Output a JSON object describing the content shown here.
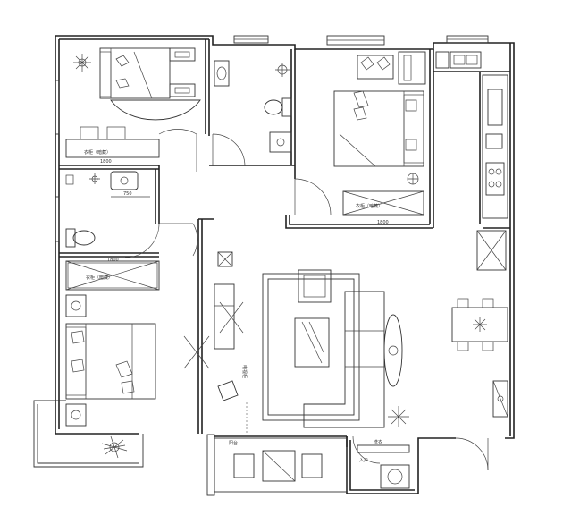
{
  "labels": {
    "closet_top_left": "衣柜（暗藏）",
    "closet_mid_left": "衣柜（暗藏）",
    "closet_master": "衣柜（暗藏）",
    "dim_top_left": "1800",
    "dim_mid_left": "1800",
    "dim_master": "1800",
    "dim_bath": "750",
    "tv_cabinet": "电视柜",
    "entry": "入户",
    "balcony": "阳台",
    "sink_label": "洗衣"
  }
}
